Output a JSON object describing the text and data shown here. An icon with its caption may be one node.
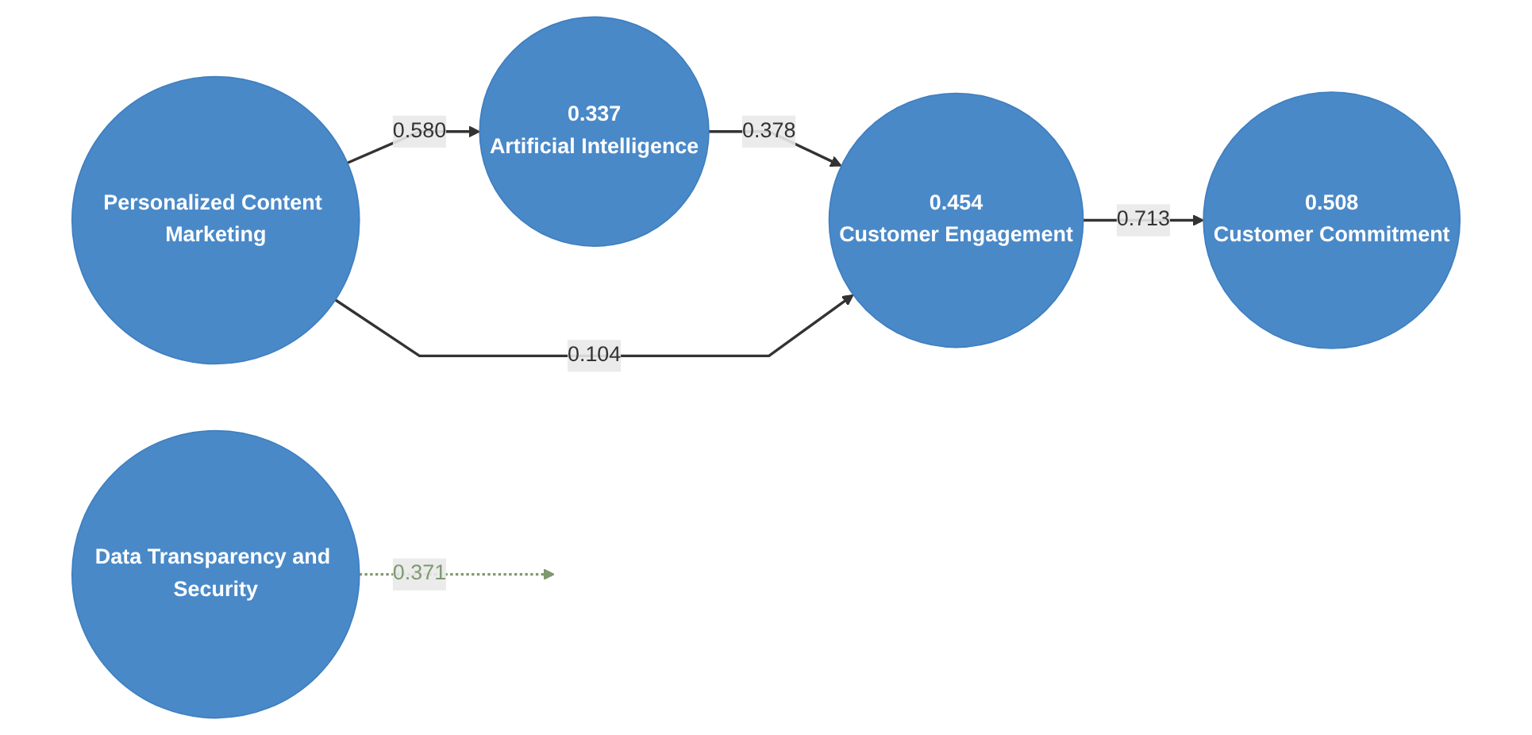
{
  "diagram": {
    "nodes": [
      {
        "text": [
          "Personalized Content Marketing"
        ]
      },
      {
        "text": [
          "0.337",
          "Artificial Intelligence"
        ]
      },
      {
        "text": [
          "0.454",
          "Customer Engagement"
        ]
      },
      {
        "text": [
          "0.508",
          "Customer Commitment"
        ]
      },
      {
        "text": [
          "Data Transparency and Security"
        ]
      }
    ],
    "edges": [
      {
        "from": 0,
        "to": 1,
        "arrow": "to",
        "label": "0.580"
      },
      {
        "from": 1,
        "to": 2,
        "arrow": "to",
        "label": "0.378"
      },
      {
        "from": 0,
        "to": 2,
        "arrow": "to",
        "label": "0.104"
      },
      {
        "from": 4,
        "to": null,
        "arrow": "to",
        "label": "0.371",
        "style": "dashed",
        "color": "#7f9a6f"
      },
      {
        "from": 2,
        "to": 3,
        "arrow": "to",
        "label": "0.713"
      }
    ]
  }
}
